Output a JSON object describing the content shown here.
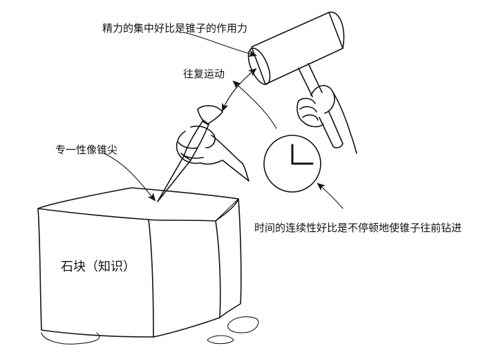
{
  "labels": {
    "focus": "精力的集中好比是锥子的作用力",
    "reciprocating": "往复运动",
    "single_mindedness": "专一性像锥尖",
    "stone": "石块（知识）",
    "time_continuity": "时间的连续性好比是不停顿地使锥子往前钻进"
  },
  "icons": [
    "hammer-icon",
    "hand-icon",
    "chisel-icon",
    "clock-icon",
    "stone-block-icon",
    "arrow-icon"
  ]
}
